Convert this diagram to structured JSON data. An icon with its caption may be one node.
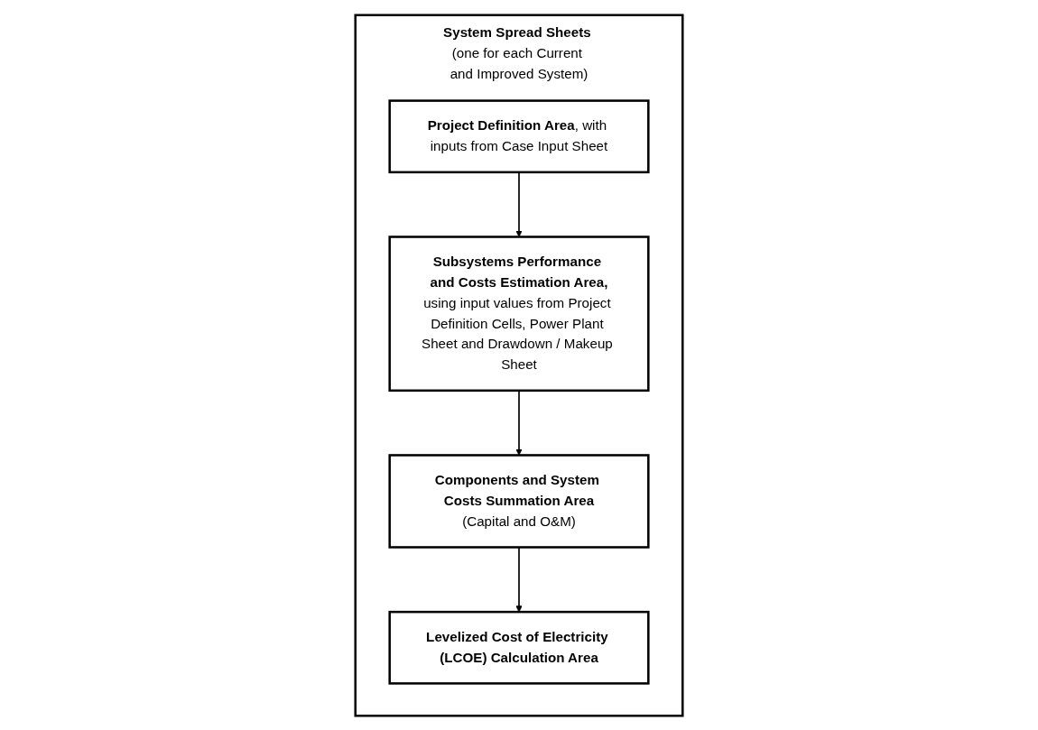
{
  "diagram": {
    "nodes": [
      {
        "text": [
          "**System Spread Sheets** (one for each Current and Improved System)"
        ]
      },
      {
        "text": [
          "**Project Definition Area**, with inputs from Case Input Sheet"
        ],
        "in": 0
      },
      {
        "text": [
          "Subsystems Performance and Costs Estimation Area,",
          "using input values from Project Definition Cells, Power Plant Sheet and Drawdown / Makeup Sheet"
        ],
        "in": 0
      },
      {
        "text": [
          "Components and System Costs Summation Area",
          "(Capital and O&M)"
        ],
        "in": 0
      },
      {
        "text": [
          "Levelized Cost of Electricity (LCOE) Calculation Area"
        ],
        "in": 0
      }
    ],
    "edges": [
      {
        "from": 1,
        "to": 2,
        "arrow": "to"
      },
      {
        "from": 2,
        "to": 3,
        "arrow": "to"
      },
      {
        "from": 3,
        "to": 4,
        "arrow": "to"
      }
    ]
  }
}
